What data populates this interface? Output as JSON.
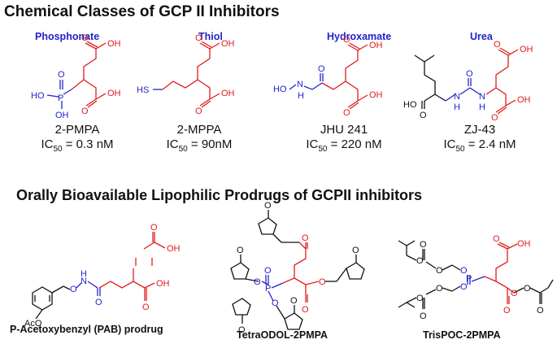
{
  "headings": {
    "top": "Chemical Classes of GCP II Inhibitors",
    "bottom": "Orally Bioavailable Lipophilic Prodrugs of GCPII inhibitors"
  },
  "classes": [
    {
      "label": "Phosphonate",
      "compound": "2-PMPA",
      "ic_prefix": "IC",
      "ic_sub": "50",
      "ic_value": " = 0.3 nM"
    },
    {
      "label": "Thiol",
      "compound": "2-MPPA",
      "ic_prefix": "IC",
      "ic_sub": "50",
      "ic_value": " = 90nM"
    },
    {
      "label": "Hydroxamate",
      "compound": "JHU 241",
      "ic_prefix": "IC",
      "ic_sub": "50",
      "ic_value": " = 220 nM"
    },
    {
      "label": "Urea",
      "compound": "ZJ-43",
      "ic_prefix": "IC",
      "ic_sub": "50",
      "ic_value": " = 2.4 nM"
    }
  ],
  "prodrugs": [
    {
      "label": "P-Acetoxybenzyl (PAB) prodrug"
    },
    {
      "label": "TetraODOL-2PMPA"
    },
    {
      "label": "TrisPOC-2PMPA"
    }
  ],
  "atoms": {
    "OH": "OH",
    "HO": "HO",
    "O": "O",
    "P": "P",
    "HS": "HS",
    "N": "N",
    "H": "H",
    "HO_N": "HO",
    "AcO": "AcO"
  },
  "colors": {
    "class_label": "#2222cc",
    "acid_red": "#e31b1b",
    "heading": "#111111"
  }
}
